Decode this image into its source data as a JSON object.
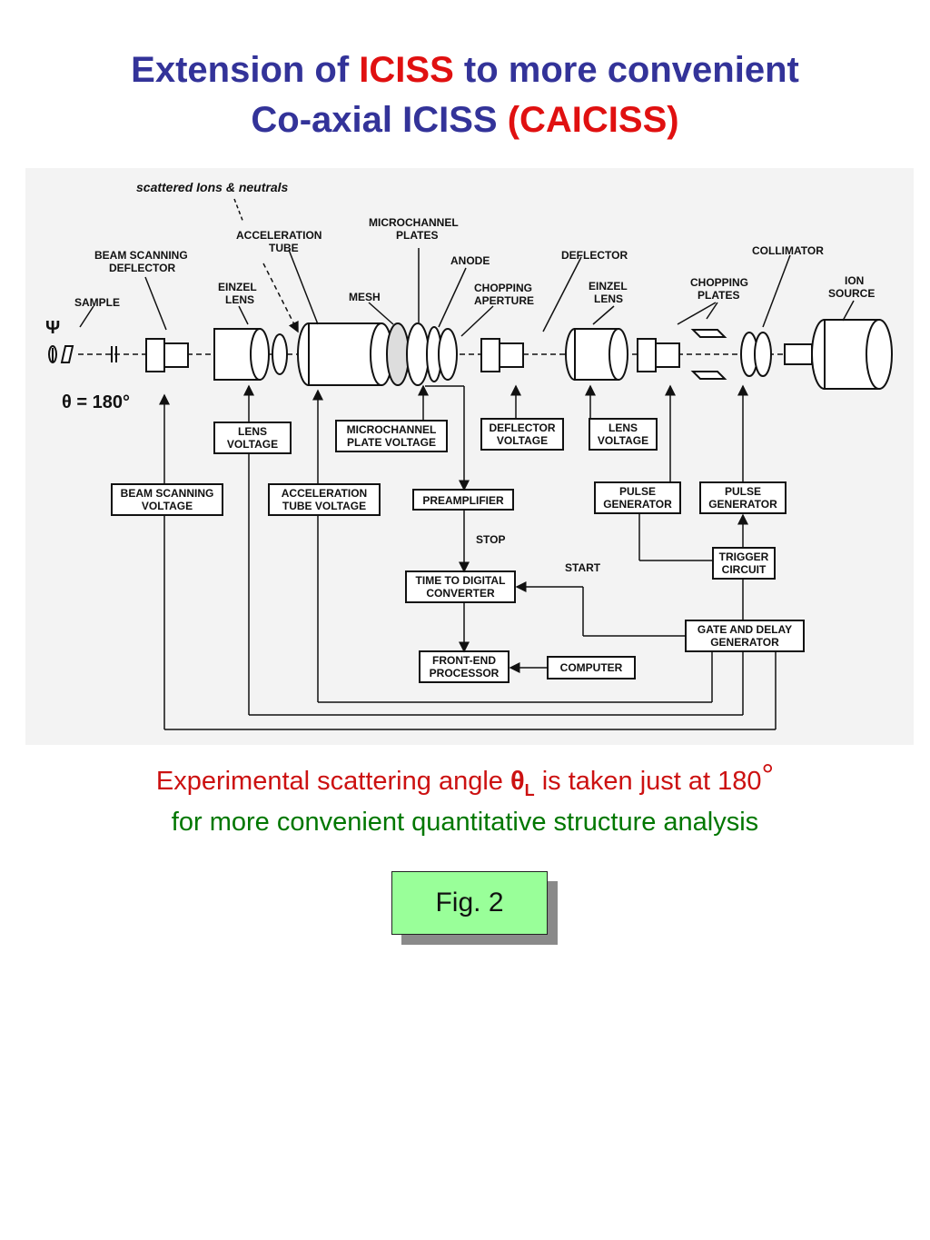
{
  "title": {
    "line1_a": "Extension of ",
    "line1_red": "ICISS",
    "line1_b": " to more convenient",
    "line2_a": "Co-axial ICISS ",
    "line2_red": "(CAICISS)"
  },
  "diagram": {
    "scattered": "scattered Ions & neutrals",
    "acc_tube_1": "ACCELERATION",
    "acc_tube_2": "TUBE",
    "mcp_1": "MICROCHANNEL",
    "mcp_2": "PLATES",
    "anode": "ANODE",
    "deflector": "DEFLECTOR",
    "collimator": "COLLIMATOR",
    "beam_scan_1": "BEAM SCANNING",
    "beam_scan_2": "DEFLECTOR",
    "einzel1_1": "EINZEL",
    "einzel1_2": "LENS",
    "mesh": "MESH",
    "chop_ap_1": "CHOPPING",
    "chop_ap_2": "APERTURE",
    "einzel2_1": "EINZEL",
    "einzel2_2": "LENS",
    "chop_pl_1": "CHOPPING",
    "chop_pl_2": "PLATES",
    "ion_1": "ION",
    "ion_2": "SOURCE",
    "sample": "SAMPLE",
    "psi": "Ψ",
    "theta": "θ = 180°",
    "lens_v_1": "LENS",
    "lens_v_2": "VOLTAGE",
    "mcp_v_1": "MICROCHANNEL",
    "mcp_v_2": "PLATE VOLTAGE",
    "defl_v_1": "DEFLECTOR",
    "defl_v_2": "VOLTAGE",
    "lens_v2_1": "LENS",
    "lens_v2_2": "VOLTAGE",
    "bsv_1": "BEAM SCANNING",
    "bsv_2": "VOLTAGE",
    "atv_1": "ACCELERATION",
    "atv_2": "TUBE VOLTAGE",
    "preamp": "PREAMPLIFIER",
    "pulse1_1": "PULSE",
    "pulse1_2": "GENERATOR",
    "pulse2_1": "PULSE",
    "pulse2_2": "GENERATOR",
    "stop": "STOP",
    "start": "START",
    "trigger_1": "TRIGGER",
    "trigger_2": "CIRCUIT",
    "tdc_1": "TIME TO DIGITAL",
    "tdc_2": "CONVERTER",
    "gate_1": "GATE AND DELAY",
    "gate_2": "GENERATOR",
    "fep_1": "FRONT-END",
    "fep_2": "PROCESSOR",
    "computer": "COMPUTER"
  },
  "caption": {
    "line1_a": "Experimental scattering angle ",
    "theta": "θ",
    "sub": "L",
    "line1_b": " is taken just at 180",
    "deg": "°",
    "line2": "for more convenient quantitative structure analysis"
  },
  "fig_label": "Fig. 2"
}
